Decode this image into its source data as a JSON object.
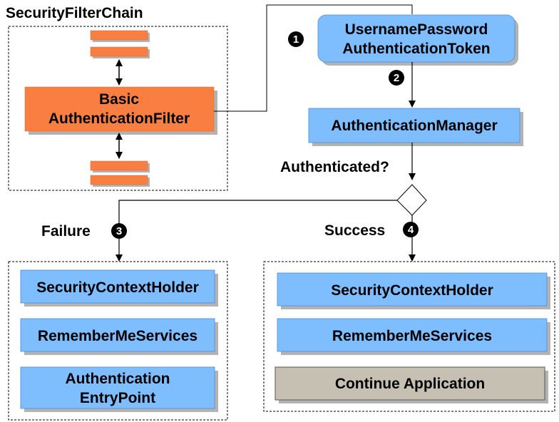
{
  "filter_chain": {
    "title": "SecurityFilterChain",
    "filter": {
      "line1": "Basic",
      "line2": "AuthenticationFilter"
    }
  },
  "token": {
    "line1": "UsernamePassword",
    "line2": "AuthenticationToken"
  },
  "manager": {
    "label": "AuthenticationManager"
  },
  "decision": {
    "label": "Authenticated?"
  },
  "failure": {
    "label": "Failure",
    "boxes": {
      "context_holder": "SecurityContextHolder",
      "remember_me": "RememberMeServices",
      "entry_line1": "Authentication",
      "entry_line2": "EntryPoint"
    }
  },
  "success": {
    "label": "Success",
    "boxes": {
      "context_holder": "SecurityContextHolder",
      "remember_me": "RememberMeServices",
      "continue": "Continue Application"
    }
  },
  "steps": {
    "one": "1",
    "two": "2",
    "three": "3",
    "four": "4"
  },
  "colors": {
    "orange": "#f87e41",
    "blue": "#7ebeff",
    "gray": "#c6c0b2",
    "shadow": "#b3b3b3",
    "badge": "#000000"
  }
}
